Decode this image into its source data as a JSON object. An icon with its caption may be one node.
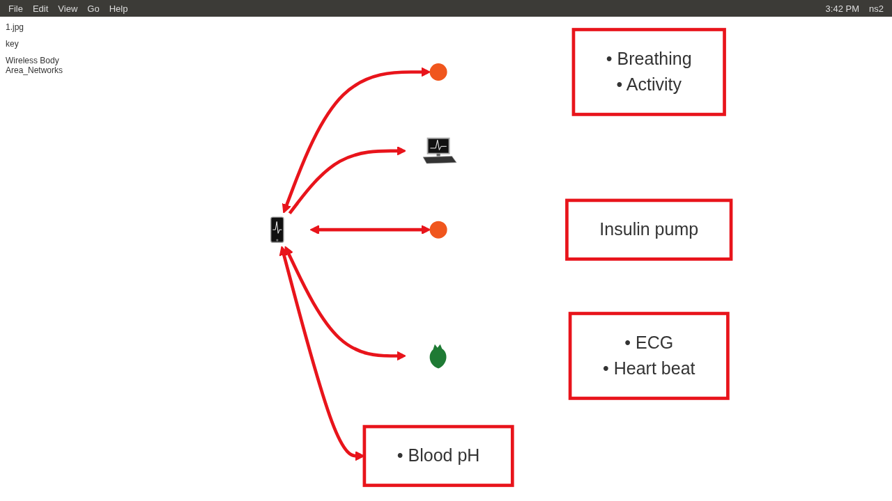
{
  "diagram": {
    "nodes": [
      {
        "text": [],
        "shape": "circle"
      },
      {
        "text": [
          "• Breathing",
          "• Activity"
        ]
      },
      {
        "text": [],
        "shape": "picture"
      },
      {
        "text": [],
        "shape": "picture"
      },
      {
        "text": [],
        "shape": "picture"
      },
      {
        "text": [
          "• ECG",
          "• Heart beat"
        ]
      },
      {
        "text": [],
        "shape": "circle"
      },
      {
        "text": [
          "Insulin pump"
        ]
      },
      {
        "text": [
          "• Blood pH"
        ]
      }
    ],
    "edges": [
      {
        "from": 2,
        "to": 0,
        "arrow": "both"
      },
      {
        "from": 2,
        "to": 6,
        "arrow": "both"
      },
      {
        "from": 2,
        "to": 4,
        "arrow": "both"
      },
      {
        "from": 2,
        "to": 8,
        "arrow": "both"
      },
      {
        "from": 2,
        "to": 3,
        "arrow": "to"
      }
    ],
    "labels": [
      "File",
      "Edit",
      "View",
      "Go",
      "Help",
      "3:42 PM",
      "ns2",
      "1.jpg",
      "key",
      "Wireless Body Area_Networks"
    ]
  }
}
